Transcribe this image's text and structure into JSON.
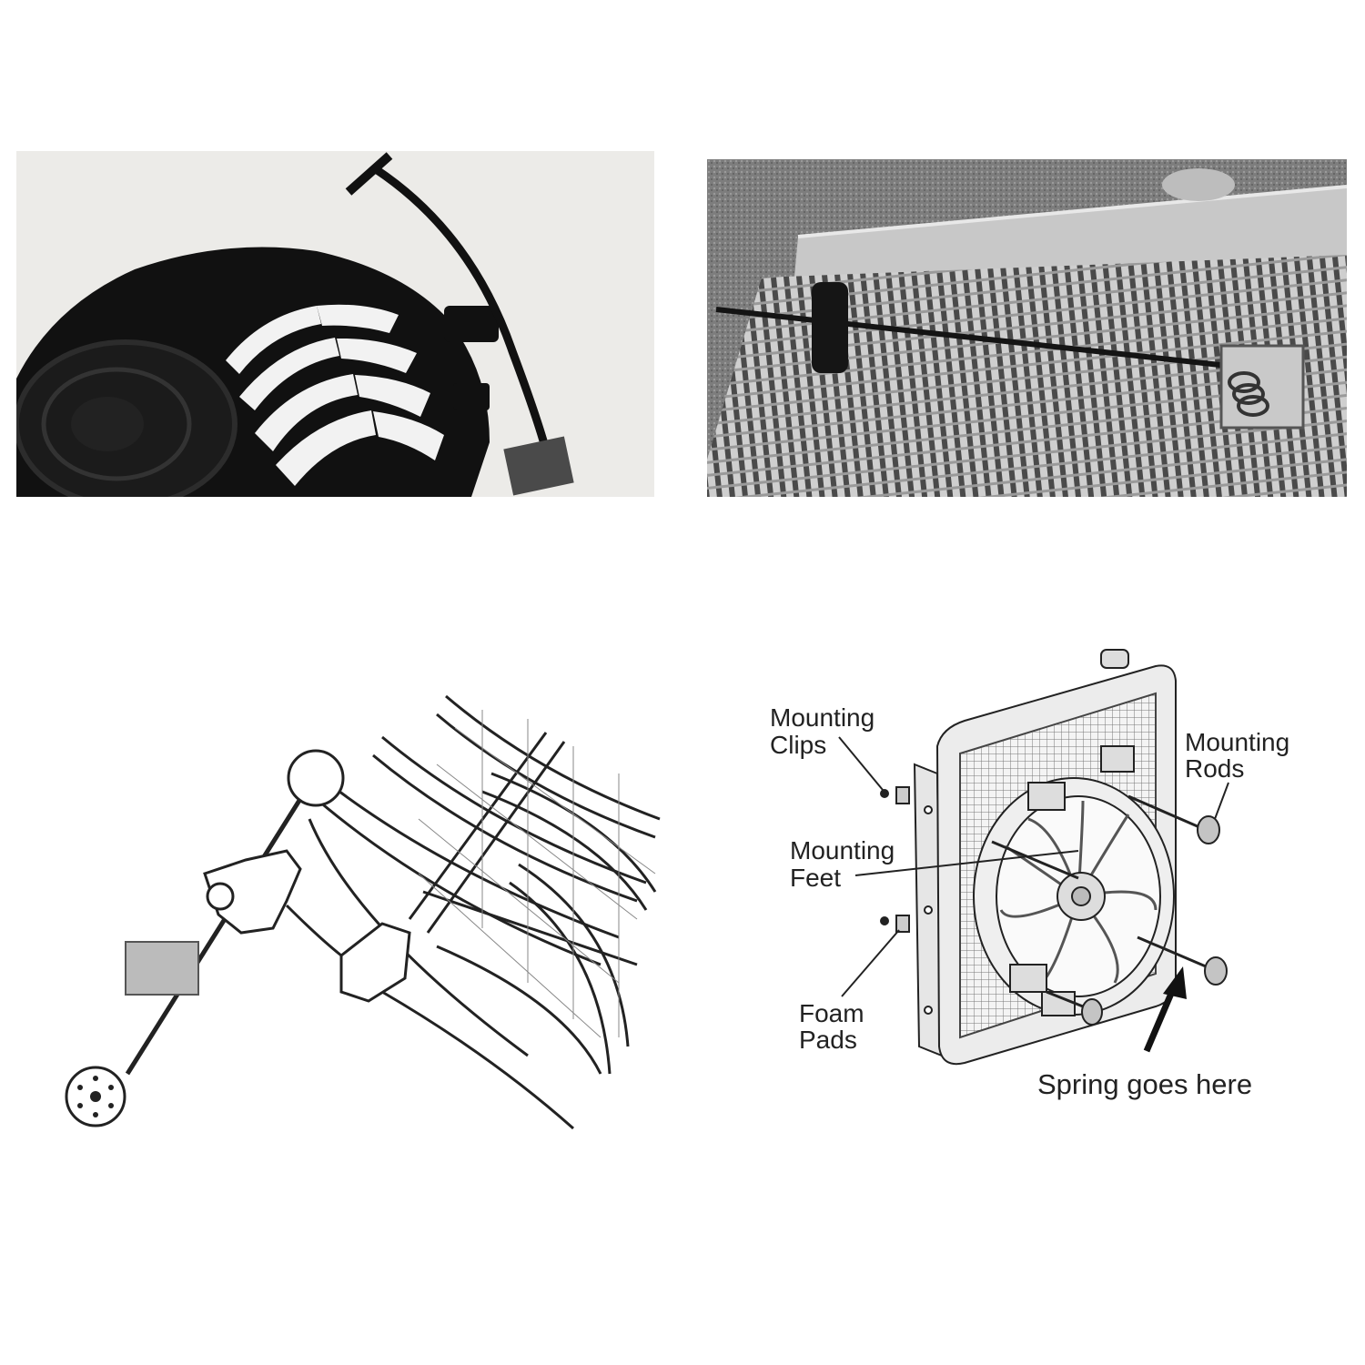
{
  "labels": {
    "mounting_clips_l1": "Mounting",
    "mounting_clips_l2": "Clips",
    "mounting_feet_l1": "Mounting",
    "mounting_feet_l2": "Feet",
    "foam_pads_l1": "Foam",
    "foam_pads_l2": "Pads",
    "mounting_rods_l1": "Mounting",
    "mounting_rods_l2": "Rods",
    "spring_note": "Spring goes here"
  },
  "colors": {
    "fan_black": "#111111",
    "radiator_gray": "#9a9a9a",
    "line": "#222222"
  }
}
